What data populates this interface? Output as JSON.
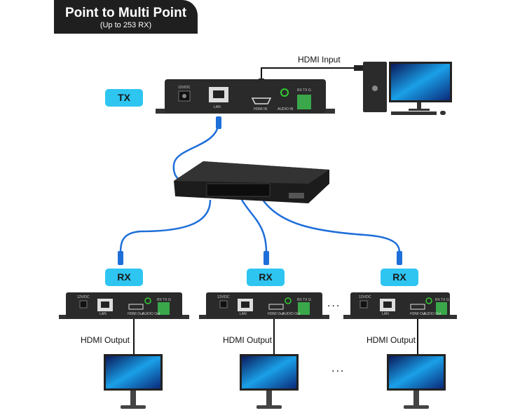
{
  "title": "Point to Multi Point",
  "subtitle": "(Up to 253 RX)",
  "tx_label": "TX",
  "rx_labels": [
    "RX",
    "RX",
    "RX"
  ],
  "hdmi_input_label": "HDMI Input",
  "hdmi_output_labels": [
    "HDMI Output",
    "HDMI Output",
    "HDMI Output"
  ],
  "ellipsis": "...",
  "tx_ports": {
    "power": "12V/DC",
    "lan": "LAN",
    "hdmi": "HDMI IN",
    "audio": "AUDIO IN",
    "serial": "RX TX G"
  },
  "rx_ports": {
    "power": "12V/DC",
    "lan": "LAN",
    "hdmi": "HDMI Out",
    "audio": "AUDIO Out",
    "serial": "RX TX G"
  },
  "colors": {
    "badge": "#2ec5f1",
    "cable": "#1e6fd9",
    "device": "#2a2a2a",
    "banner": "#1f1f1f"
  }
}
